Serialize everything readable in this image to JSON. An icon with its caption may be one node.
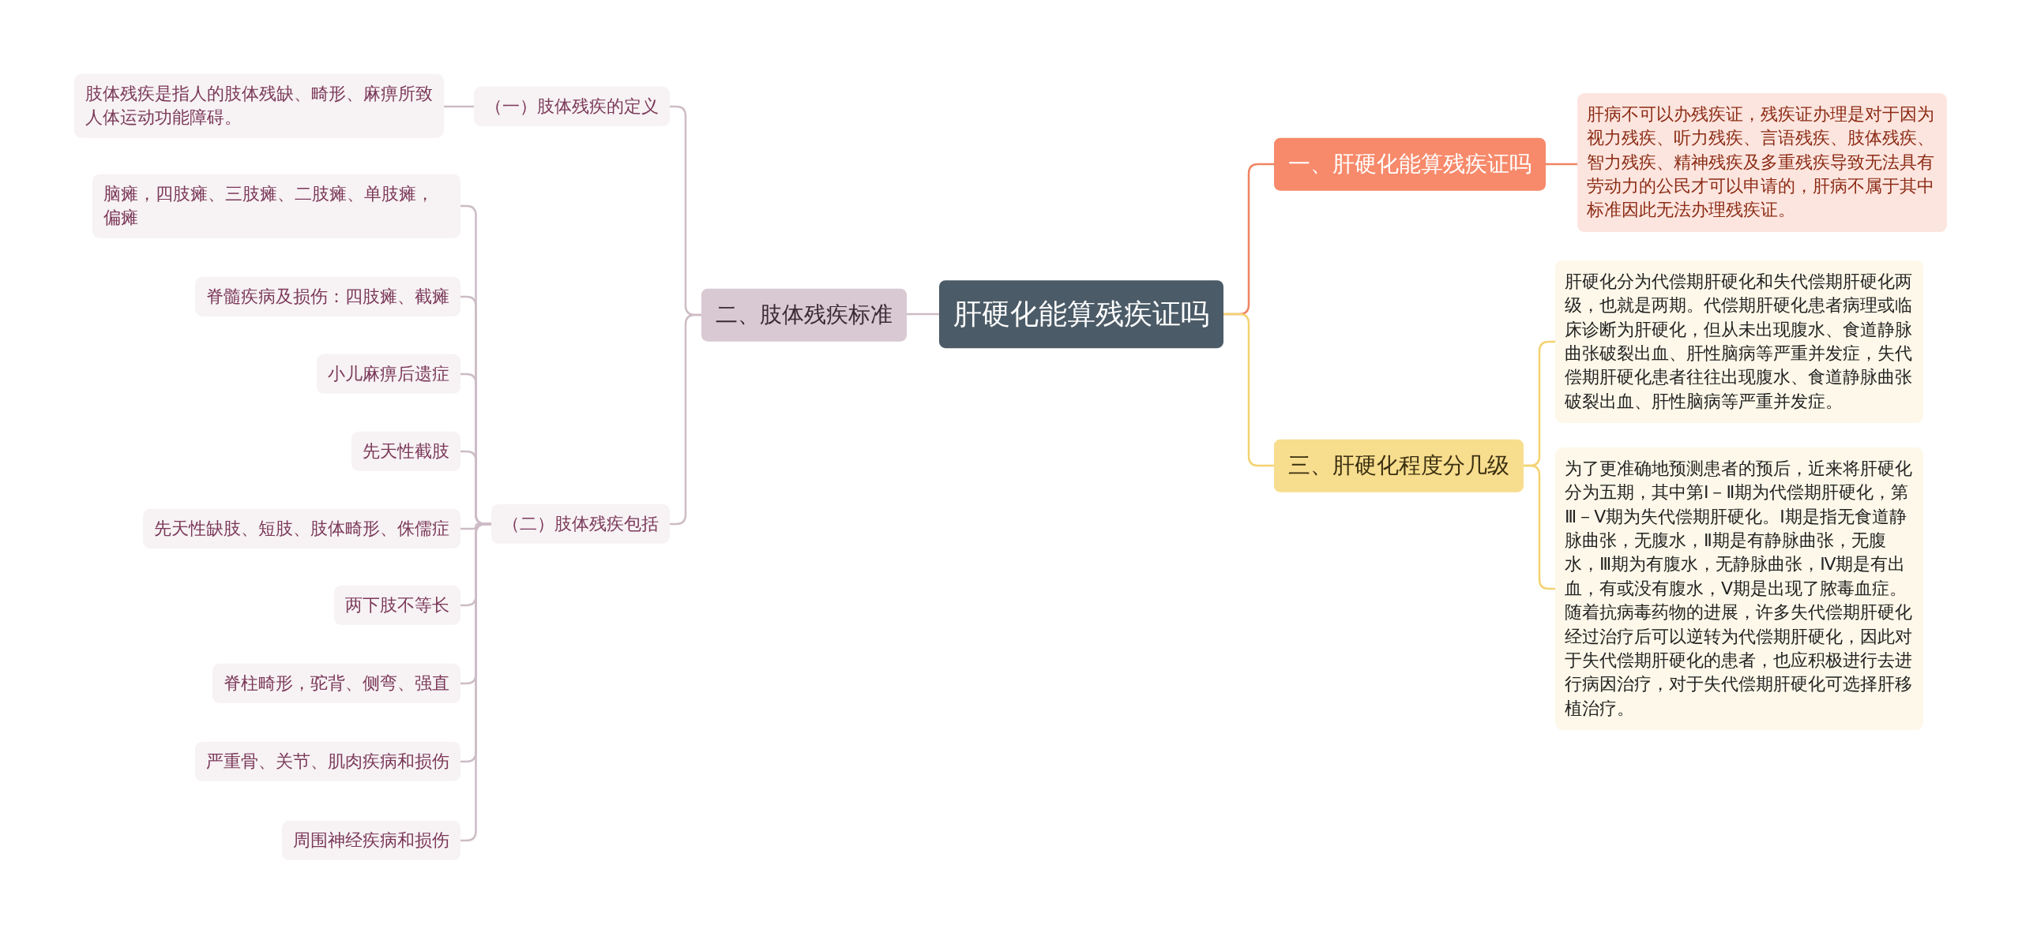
{
  "diagram": {
    "nodes": [
      {
        "text": [
          "肝硬化能算残疾证吗"
        ]
      },
      {
        "text": [
          "二、肢体残疾标准"
        ]
      },
      {
        "text": [
          "（一）肢体残疾的定义"
        ]
      },
      {
        "text": [
          "肢体残疾是指人的肢体残缺、畸形、麻痹所致人体运动功能障碍。"
        ]
      },
      {
        "text": [
          "（二）肢体残疾包括"
        ]
      },
      {
        "text": [
          "脑瘫，四肢瘫、三肢瘫、二肢瘫、单肢瘫，偏瘫"
        ]
      },
      {
        "text": [
          "脊髓疾病及损伤：四肢瘫、截瘫"
        ]
      },
      {
        "text": [
          "小儿麻痹后遗症"
        ]
      },
      {
        "text": [
          "先天性截肢"
        ]
      },
      {
        "text": [
          "先天性缺肢、短肢、肢体畸形、侏儒症"
        ]
      },
      {
        "text": [
          "两下肢不等长"
        ]
      },
      {
        "text": [
          "脊柱畸形，驼背、侧弯、强直"
        ]
      },
      {
        "text": [
          "严重骨、关节、肌肉疾病和损伤"
        ]
      },
      {
        "text": [
          "周围神经疾病和损伤"
        ]
      },
      {
        "text": [
          "一、肝硬化能算残疾证吗"
        ]
      },
      {
        "text": [
          "肝病不可以办残疾证，残疾证办理是对于因为视力残疾、听力残疾、言语残疾、肢体残疾、智力残疾、精神残疾及多重残疾导致无法具有劳动力的公民才可以申请的，肝病不属于其中标准因此无法办理残疾证。"
        ]
      },
      {
        "text": [
          "三、肝硬化程度分几级"
        ]
      },
      {
        "text": [
          "肝硬化分为代偿期肝硬化和失代偿期肝硬化两级，也就是两期。代偿期肝硬化患者病理或临床诊断为肝硬化，但从未出现腹水、食道静脉曲张破裂出血、肝性脑病等严重并发症，失代偿期肝硬化患者往往出现腹水、食道静脉曲张破裂出血、肝性脑病等严重并发症。"
        ]
      },
      {
        "text": [
          "为了更准确地预测患者的预后，近来将肝硬化分为五期，其中第Ⅰ－Ⅱ期为代偿期肝硬化，第Ⅲ－Ⅴ期为失代偿期肝硬化。Ⅰ期是指无食道静脉曲张，无腹水，Ⅱ期是有静脉曲张，无腹水，Ⅲ期为有腹水，无静脉曲张，Ⅳ期是有出血，有或没有腹水，Ⅴ期是出现了脓毒血症。随着抗病毒药物的进展，许多失代偿期肝硬化经过治疗后可以逆转为代偿期肝硬化，因此对于失代偿期肝硬化的患者，也应积极进行去进行病因治疗，对于失代偿期肝硬化可选择肝移植治疗。"
        ]
      }
    ],
    "edges": [
      {
        "from": 0,
        "to": 1,
        "arrow": "none"
      },
      {
        "from": 1,
        "to": 2,
        "arrow": "none"
      },
      {
        "from": 2,
        "to": 3,
        "arrow": "none"
      },
      {
        "from": 1,
        "to": 4,
        "arrow": "none"
      },
      {
        "from": 4,
        "to": 5,
        "arrow": "none"
      },
      {
        "from": 4,
        "to": 6,
        "arrow": "none"
      },
      {
        "from": 4,
        "to": 7,
        "arrow": "none"
      },
      {
        "from": 4,
        "to": 8,
        "arrow": "none"
      },
      {
        "from": 4,
        "to": 9,
        "arrow": "none"
      },
      {
        "from": 4,
        "to": 10,
        "arrow": "none"
      },
      {
        "from": 4,
        "to": 11,
        "arrow": "none"
      },
      {
        "from": 4,
        "to": 12,
        "arrow": "none"
      },
      {
        "from": 4,
        "to": 13,
        "arrow": "none"
      },
      {
        "from": 0,
        "to": 14,
        "arrow": "none",
        "color": "#f08462"
      },
      {
        "from": 14,
        "to": 15,
        "arrow": "none",
        "color": "#f08462"
      },
      {
        "from": 0,
        "to": 16,
        "arrow": "none",
        "color": "#f3d370"
      },
      {
        "from": 16,
        "to": 17,
        "arrow": "none",
        "color": "#f3d370"
      },
      {
        "from": 16,
        "to": 18,
        "arrow": "none",
        "color": "#f3d370"
      }
    ]
  }
}
